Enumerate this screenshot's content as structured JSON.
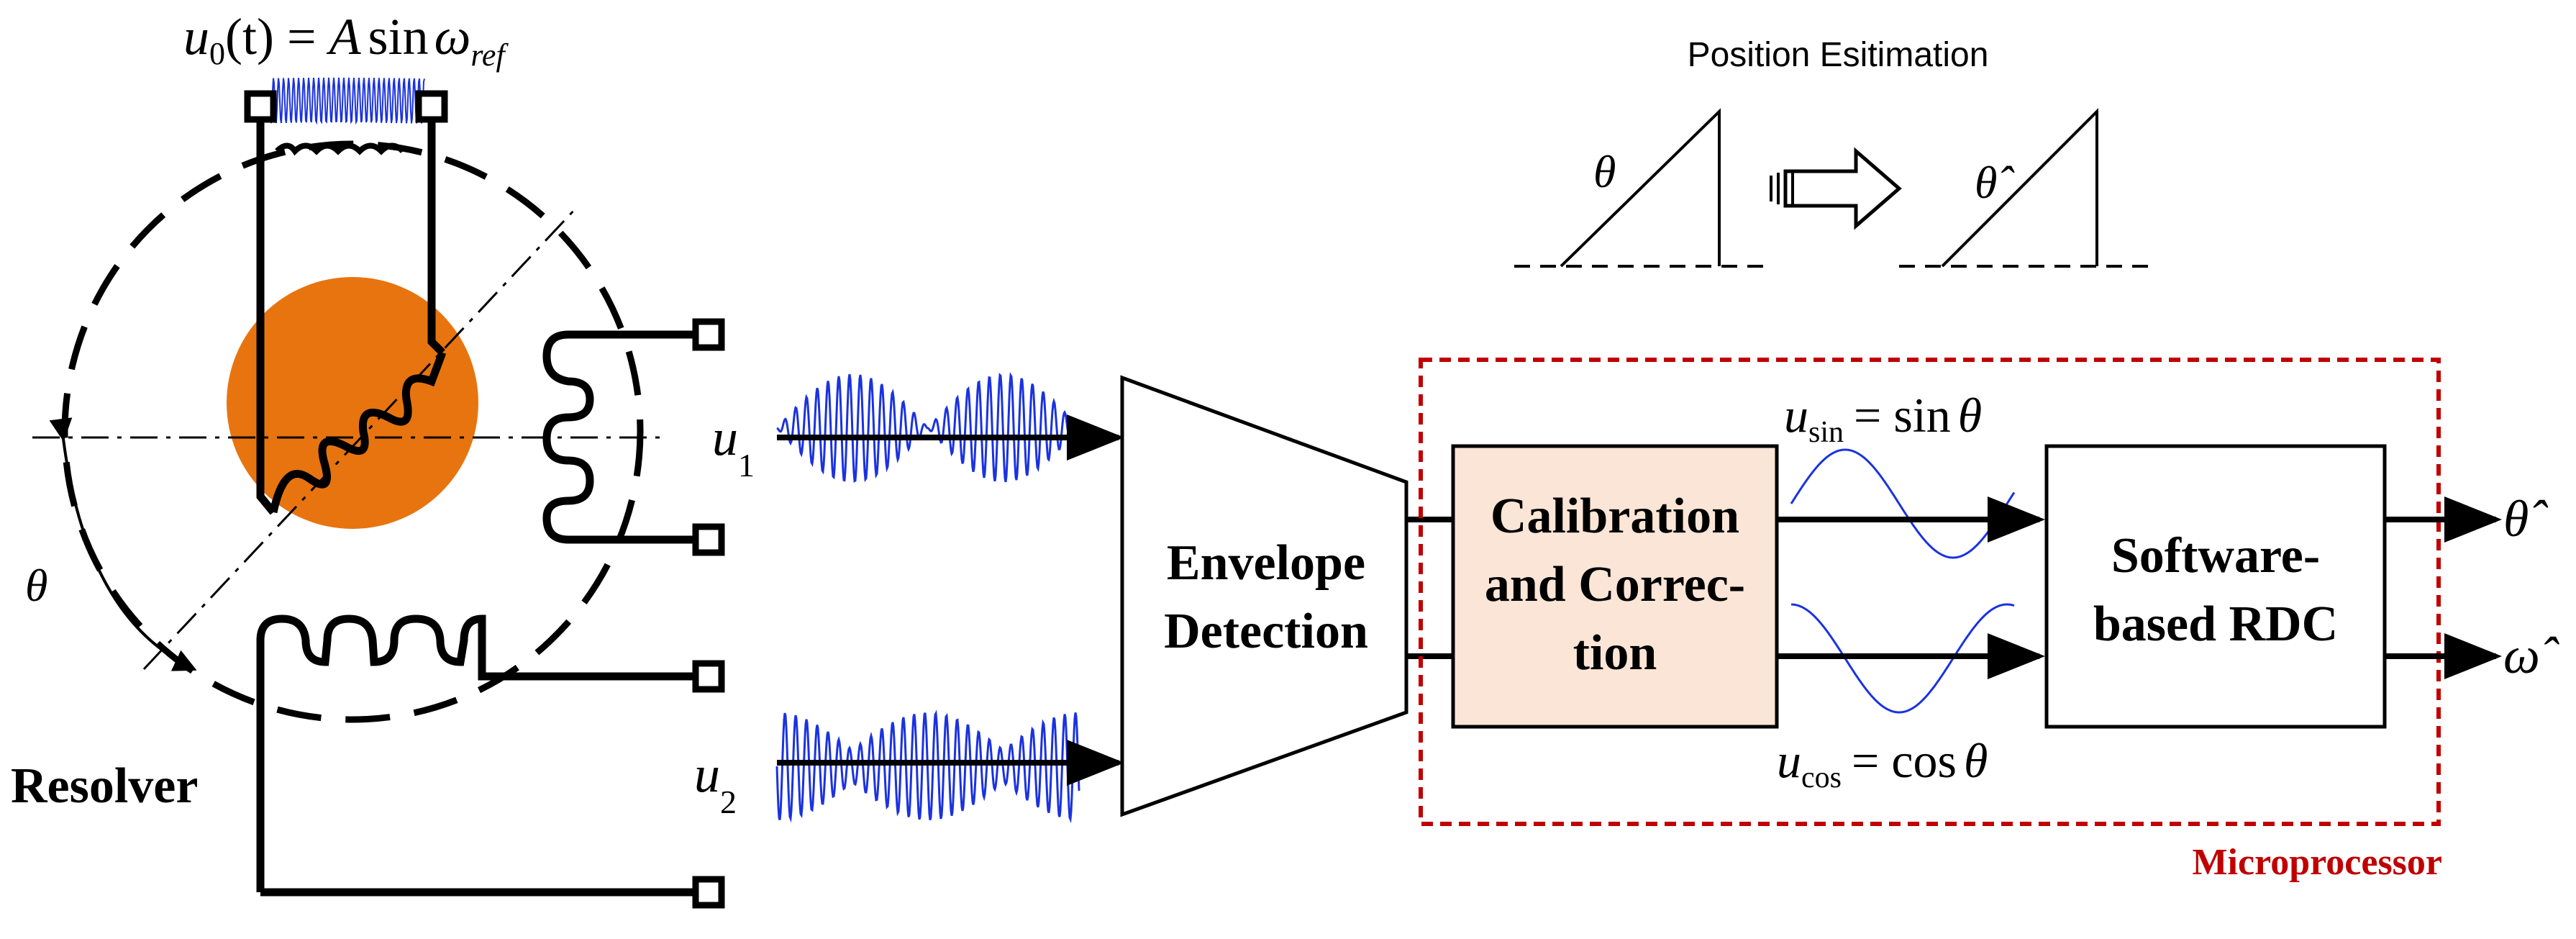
{
  "resolver": {
    "label": "Resolver",
    "excitation": {
      "u": "u",
      "sub": "0",
      "rest": "(t) = ",
      "A": "A",
      "sin": "sin",
      "omega": "ω",
      "ref": "ref"
    },
    "angle": "θ"
  },
  "signals": {
    "u1": {
      "u": "u",
      "sub": "1"
    },
    "u2": {
      "u": "u",
      "sub": "2"
    },
    "usin": {
      "u": "u",
      "sub": "sin",
      "eq": "= sin",
      "theta": "θ"
    },
    "ucos": {
      "u": "u",
      "sub": "cos",
      "eq": "= cos",
      "theta": "θ"
    }
  },
  "blocks": {
    "envelope": [
      "Envelope",
      "Detection"
    ],
    "calibration": [
      "Calibration",
      "and Correc-",
      "tion"
    ],
    "rdc": [
      "Software-",
      "based RDC"
    ]
  },
  "outputs": {
    "theta_hat": "θ̂",
    "omega_hat": "ω̂"
  },
  "position_estimation": {
    "title": "Position Esitimation",
    "theta": "θ",
    "theta_hat": "θ̂"
  },
  "microprocessor": {
    "label": "Microprocessor"
  },
  "colors": {
    "rotor": "#e8740f",
    "calibration_fill": "#fbe5d6",
    "microprocessor_border": "#c00000",
    "signal": "#1a32e0"
  }
}
